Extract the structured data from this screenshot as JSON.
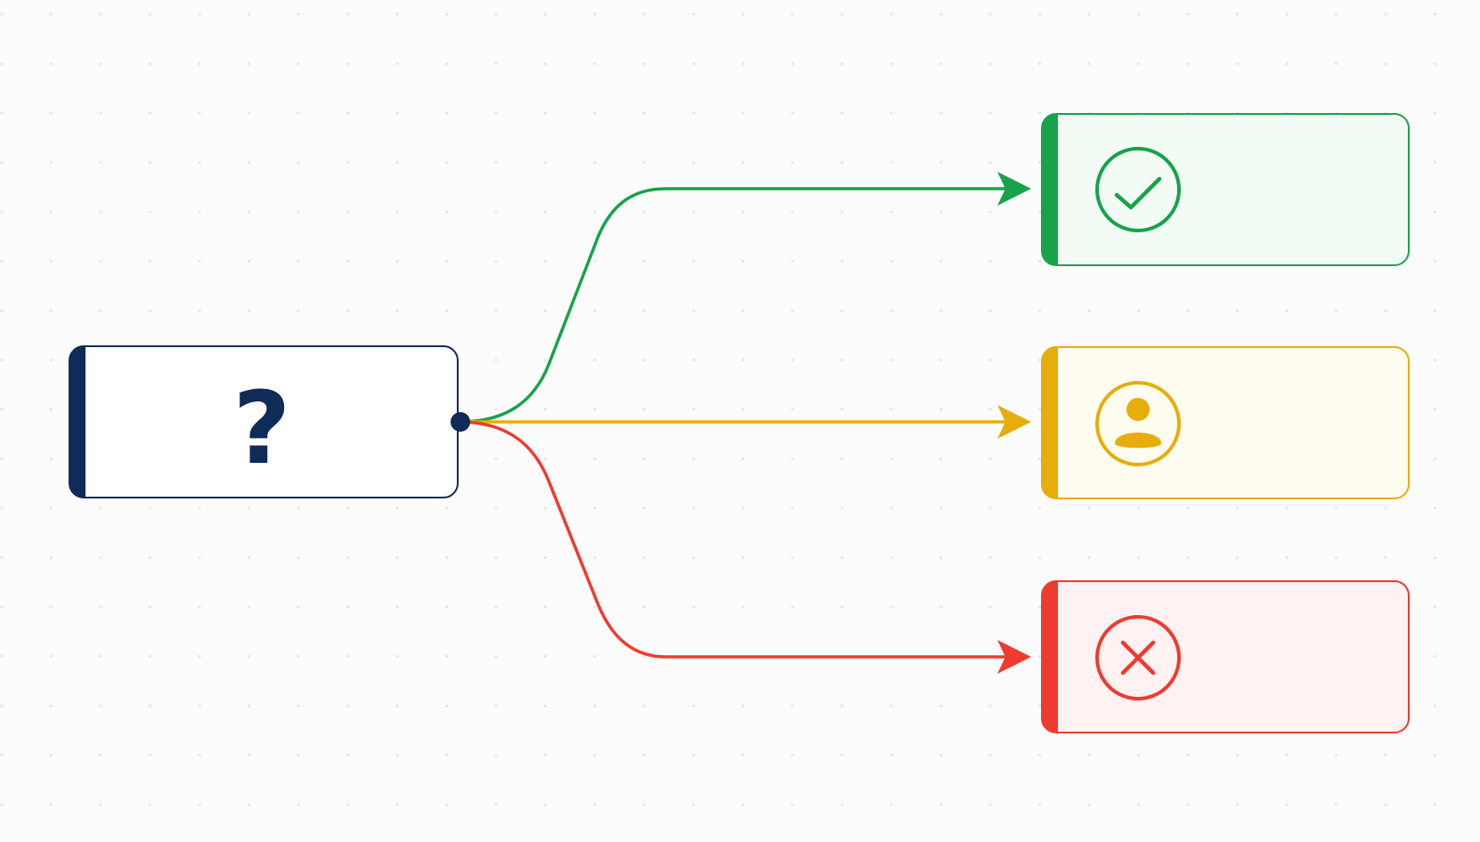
{
  "colors": {
    "background": "#fcfcfd",
    "grid_dot": "#e6e9ee",
    "source": "#0f2b57",
    "approve": "#16a34a",
    "review": "#e7ad0c",
    "reject": "#ef3a2f"
  },
  "source_node": {
    "glyph": "?",
    "icon": "question-mark"
  },
  "outcomes": [
    {
      "key": "approve",
      "icon": "check-circle-icon",
      "color_key": "approve"
    },
    {
      "key": "review",
      "icon": "person-circle-icon",
      "color_key": "review"
    },
    {
      "key": "reject",
      "icon": "x-circle-icon",
      "color_key": "reject"
    }
  ]
}
